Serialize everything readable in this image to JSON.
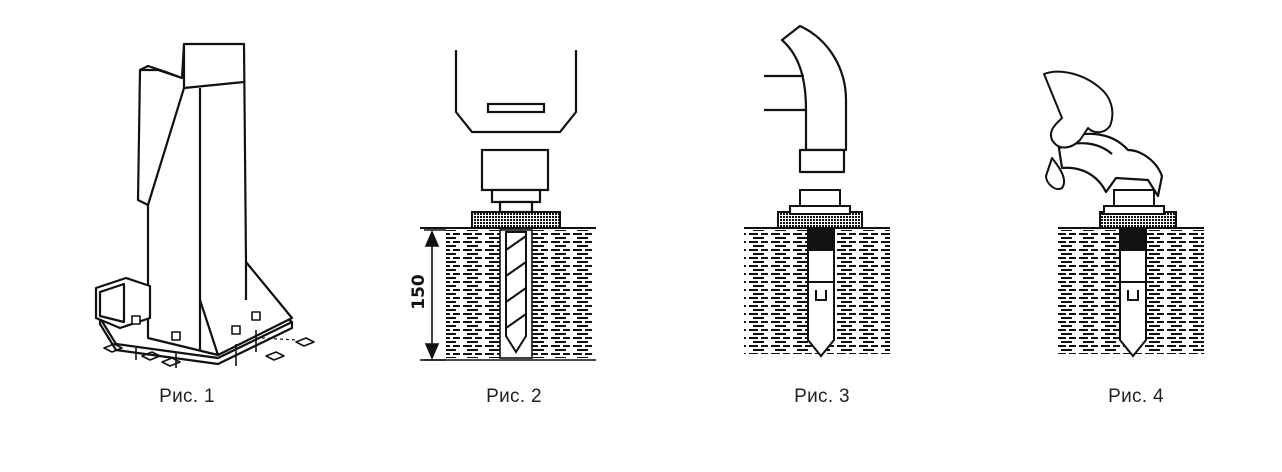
{
  "figures": [
    {
      "caption": "Рис. 1",
      "icon": "post-base-icon"
    },
    {
      "caption": "Рис. 2",
      "icon": "drill-icon"
    },
    {
      "caption": "Рис. 3",
      "icon": "hammer-icon"
    },
    {
      "caption": "Рис. 4",
      "icon": "wrench-icon"
    }
  ],
  "dimension": {
    "depth_label": "150"
  },
  "colors": {
    "ink": "#111111",
    "caption": "#222222",
    "background": "#ffffff"
  }
}
